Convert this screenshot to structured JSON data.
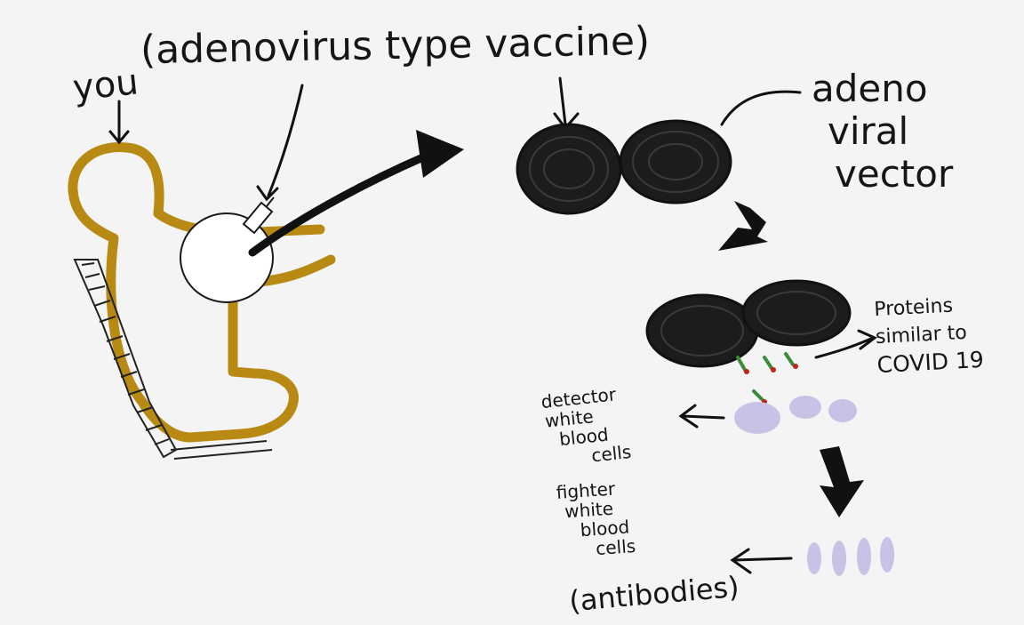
{
  "labels": {
    "you": "you",
    "vaccine": "(adenovirus type vaccine)",
    "vector": [
      "adeno",
      "viral",
      "vector"
    ],
    "proteins": [
      "Proteins",
      "similar to",
      "COVID 19"
    ],
    "detector": [
      "detector",
      "white",
      "blood",
      "cells"
    ],
    "fighter": [
      "fighter",
      "white",
      "blood",
      "cells"
    ],
    "antibodies": "(antibodies)"
  },
  "colors": {
    "background": "#f4f4f4",
    "ink": "#161616",
    "person_outline": "#b88a14",
    "cells": "#c9c2e6",
    "protein_green": "#3d8a3a",
    "protein_red": "#c0241c"
  }
}
